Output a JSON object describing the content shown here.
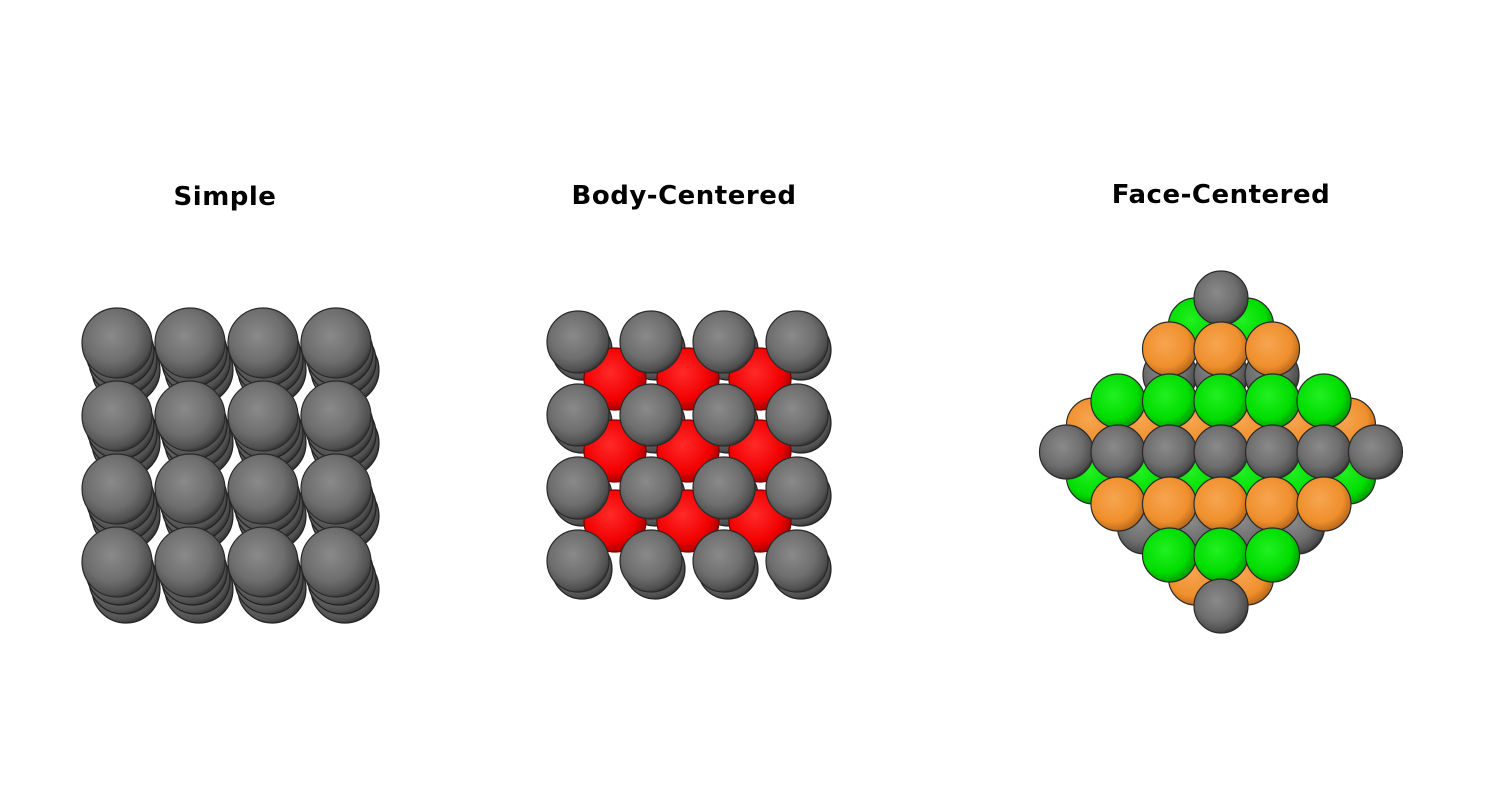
{
  "panels": [
    {
      "title": "Simple",
      "lattice": "simple"
    },
    {
      "title": "Body-Centered",
      "lattice": "body-centered"
    },
    {
      "title": "Face-Centered",
      "lattice": "face-centered"
    }
  ],
  "colors": {
    "corner_atom": "#777777",
    "body_center_atom": "#ff0000",
    "face_atom_orange": "#f59a3c",
    "face_atom_green": "#00e600",
    "background": "#ffffff"
  }
}
